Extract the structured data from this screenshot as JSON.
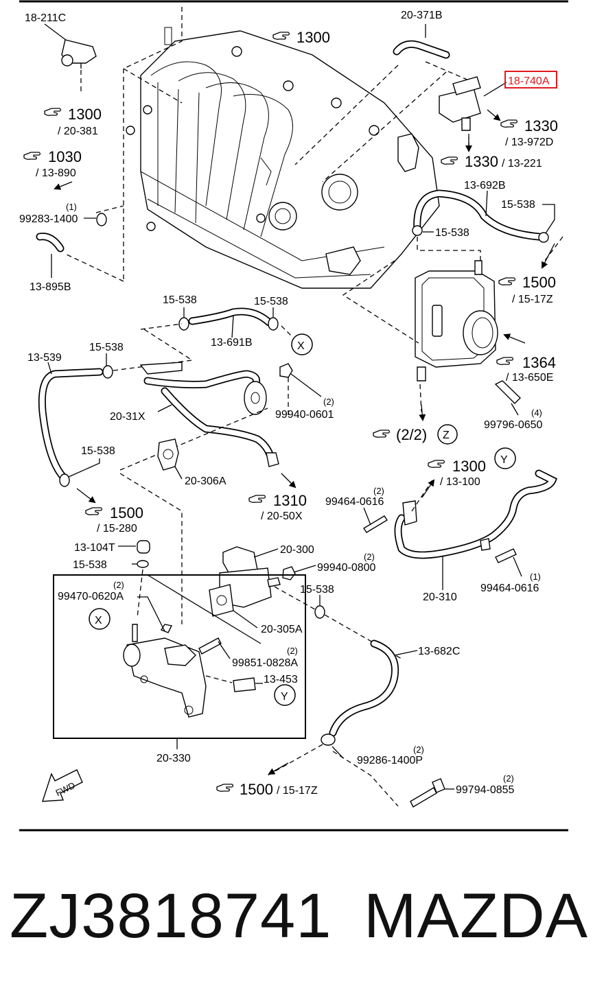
{
  "footer": {
    "part_number": "ZJ3818741",
    "brand": "MAZDA"
  },
  "highlight_color": "#e0191e",
  "labels": {
    "l18_211C": "18-211C",
    "l1300_top": "1300",
    "l20_371B": "20-371B",
    "l18_740A": "18-740A",
    "l1300_a": "1300",
    "l20_381": "/ 20-381",
    "l1330_a": "1330",
    "l13_972D": "/ 13-972D",
    "l1030": "1030",
    "l13_890": "/ 13-890",
    "l1330_b": "1330",
    "l13_221": "/ 13-221",
    "l13_692B": "13-692B",
    "q1_a": "(1)",
    "l99283": "99283-1400",
    "l15_538_a": "15-538",
    "l15_538_b": "15-538",
    "l13_895B": "13-895B",
    "l1500_a": "1500",
    "l15_17Z_a": "/ 15-17Z",
    "l15_538_c": "15-538",
    "l15_538_d": "15-538",
    "l13_691B": "13-691B",
    "mark_X1": "X",
    "l13_539": "13-539",
    "l15_538_e": "15-538",
    "l1364": "1364",
    "l13_650E": "/ 13-650E",
    "q2_a": "(2)",
    "l99940_0601": "99940-0601",
    "l20_31X": "20-31X",
    "q4": "(4)",
    "l99796": "99796-0650",
    "page_ref": "(2/2)",
    "mark_Z": "Z",
    "l15_538_f": "15-538",
    "l20_306A": "20-306A",
    "l1300_b": "1300",
    "l13_100": "/ 13-100",
    "mark_Y1": "Y",
    "q2_b": "(2)",
    "l99464_a": "99464-0616",
    "l1310": "1310",
    "l20_50X": "/ 20-50X",
    "l1500_b": "1500",
    "l15_280": "/ 15-280",
    "l13_104T": "13-104T",
    "l20_300": "20-300",
    "q2_c": "(2)",
    "l99940_0800": "99940-0800",
    "l15_538_g": "15-538",
    "q1_b": "(1)",
    "l99464_b": "99464-0616",
    "q2_d": "(2)",
    "l99470": "99470-0620A",
    "l15_538_h": "15-538",
    "l20_310": "20-310",
    "mark_X2": "X",
    "l20_305A": "20-305A",
    "q2_e": "(2)",
    "l99851": "99851-0828A",
    "l13_682C": "13-682C",
    "l13_453": "13-453",
    "mark_Y2": "Y",
    "l20_330": "20-330",
    "q2_f": "(2)",
    "l99286": "99286-1400P",
    "fwd": "FWD",
    "l1500_c": "1500",
    "l15_17Z_c": "/ 15-17Z",
    "q2_g": "(2)",
    "l99794": "99794-0855"
  }
}
